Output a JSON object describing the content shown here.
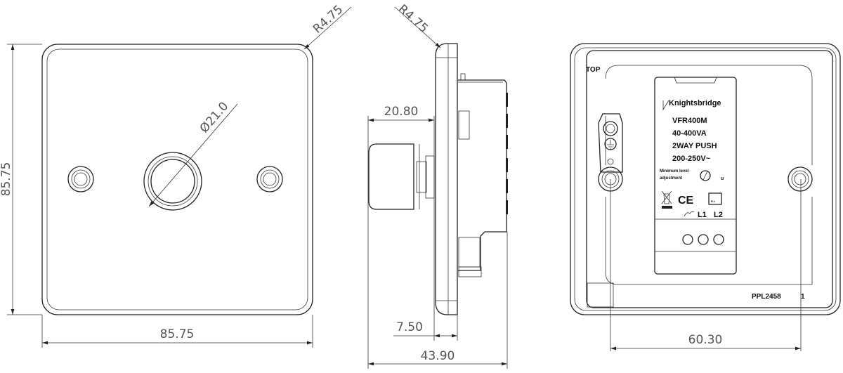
{
  "front_view": {
    "radius_label": "R4.75",
    "knob_diameter_label": "Ø21.0",
    "height_label": "85.75",
    "width_label": "85.75"
  },
  "side_view": {
    "radius_label": "R4.75",
    "knob_depth_label": "20.80",
    "plate_depth_label": "7.50",
    "total_depth_label": "43.90"
  },
  "back_view": {
    "top_label": "TOP",
    "brand": "Knightsbridge",
    "model": "VFR400M",
    "rating": "40-400VA",
    "type": "2WAY PUSH",
    "voltage": "200-250V~",
    "min_level_line1": "Minimum level",
    "min_level_line2": "adjustment",
    "adjust_symbol": "u",
    "ce_mark": "CE",
    "rl_mark": "R.L",
    "terminals": [
      "L1",
      "L2"
    ],
    "part_number": "PPL2458",
    "part_rev": "1",
    "screw_spacing_label": "60.30"
  }
}
